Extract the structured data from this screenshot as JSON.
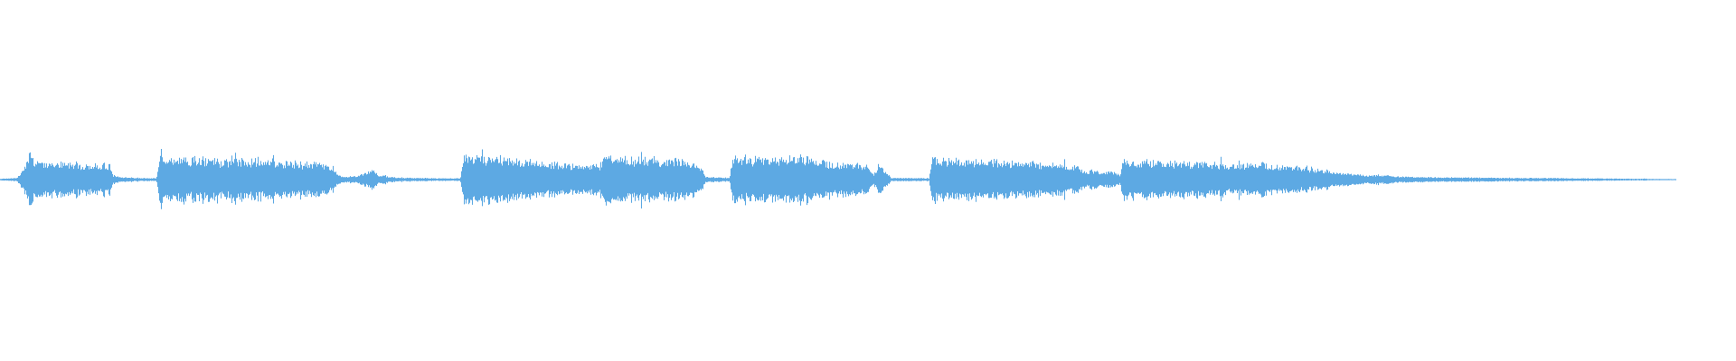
{
  "waveform": {
    "color": "#5DA9E3",
    "background": "#ffffff",
    "duration_fraction_with_audio": 0.965,
    "envelope": [
      [
        0.0,
        0.02
      ],
      [
        0.01,
        0.04
      ],
      [
        0.012,
        0.18
      ],
      [
        0.015,
        0.4
      ],
      [
        0.017,
        0.7
      ],
      [
        0.02,
        0.42
      ],
      [
        0.03,
        0.36
      ],
      [
        0.04,
        0.38
      ],
      [
        0.05,
        0.34
      ],
      [
        0.055,
        0.32
      ],
      [
        0.06,
        0.34
      ],
      [
        0.063,
        0.3
      ],
      [
        0.065,
        0.08
      ],
      [
        0.075,
        0.04
      ],
      [
        0.09,
        0.03
      ],
      [
        0.092,
        0.55
      ],
      [
        0.095,
        0.48
      ],
      [
        0.11,
        0.46
      ],
      [
        0.13,
        0.42
      ],
      [
        0.135,
        0.44
      ],
      [
        0.145,
        0.46
      ],
      [
        0.16,
        0.4
      ],
      [
        0.175,
        0.36
      ],
      [
        0.185,
        0.36
      ],
      [
        0.19,
        0.3
      ],
      [
        0.193,
        0.18
      ],
      [
        0.196,
        0.06
      ],
      [
        0.205,
        0.08
      ],
      [
        0.21,
        0.14
      ],
      [
        0.215,
        0.24
      ],
      [
        0.218,
        0.1
      ],
      [
        0.23,
        0.04
      ],
      [
        0.25,
        0.03
      ],
      [
        0.265,
        0.03
      ],
      [
        0.267,
        0.6
      ],
      [
        0.27,
        0.54
      ],
      [
        0.29,
        0.48
      ],
      [
        0.31,
        0.4
      ],
      [
        0.33,
        0.34
      ],
      [
        0.345,
        0.3
      ],
      [
        0.348,
        0.62
      ],
      [
        0.352,
        0.5
      ],
      [
        0.37,
        0.46
      ],
      [
        0.395,
        0.44
      ],
      [
        0.4,
        0.4
      ],
      [
        0.404,
        0.3
      ],
      [
        0.406,
        0.06
      ],
      [
        0.42,
        0.04
      ],
      [
        0.422,
        0.52
      ],
      [
        0.43,
        0.48
      ],
      [
        0.45,
        0.46
      ],
      [
        0.462,
        0.52
      ],
      [
        0.475,
        0.4
      ],
      [
        0.49,
        0.36
      ],
      [
        0.5,
        0.3
      ],
      [
        0.503,
        0.1
      ],
      [
        0.506,
        0.34
      ],
      [
        0.51,
        0.18
      ],
      [
        0.513,
        0.04
      ],
      [
        0.535,
        0.03
      ],
      [
        0.537,
        0.58
      ],
      [
        0.54,
        0.46
      ],
      [
        0.56,
        0.44
      ],
      [
        0.58,
        0.4
      ],
      [
        0.6,
        0.36
      ],
      [
        0.615,
        0.3
      ],
      [
        0.62,
        0.34
      ],
      [
        0.625,
        0.18
      ],
      [
        0.63,
        0.22
      ],
      [
        0.635,
        0.16
      ],
      [
        0.64,
        0.18
      ],
      [
        0.645,
        0.1
      ],
      [
        0.647,
        0.5
      ],
      [
        0.65,
        0.44
      ],
      [
        0.67,
        0.4
      ],
      [
        0.69,
        0.38
      ],
      [
        0.7,
        0.36
      ],
      [
        0.71,
        0.32
      ],
      [
        0.725,
        0.36
      ],
      [
        0.74,
        0.3
      ],
      [
        0.755,
        0.24
      ],
      [
        0.765,
        0.18
      ],
      [
        0.775,
        0.14
      ],
      [
        0.785,
        0.1
      ],
      [
        0.795,
        0.1
      ],
      [
        0.805,
        0.07
      ],
      [
        0.83,
        0.05
      ],
      [
        0.87,
        0.04
      ],
      [
        0.91,
        0.03
      ],
      [
        0.94,
        0.02
      ],
      [
        0.965,
        0.01
      ],
      [
        0.966,
        0.0
      ],
      [
        1.0,
        0.0
      ]
    ]
  }
}
